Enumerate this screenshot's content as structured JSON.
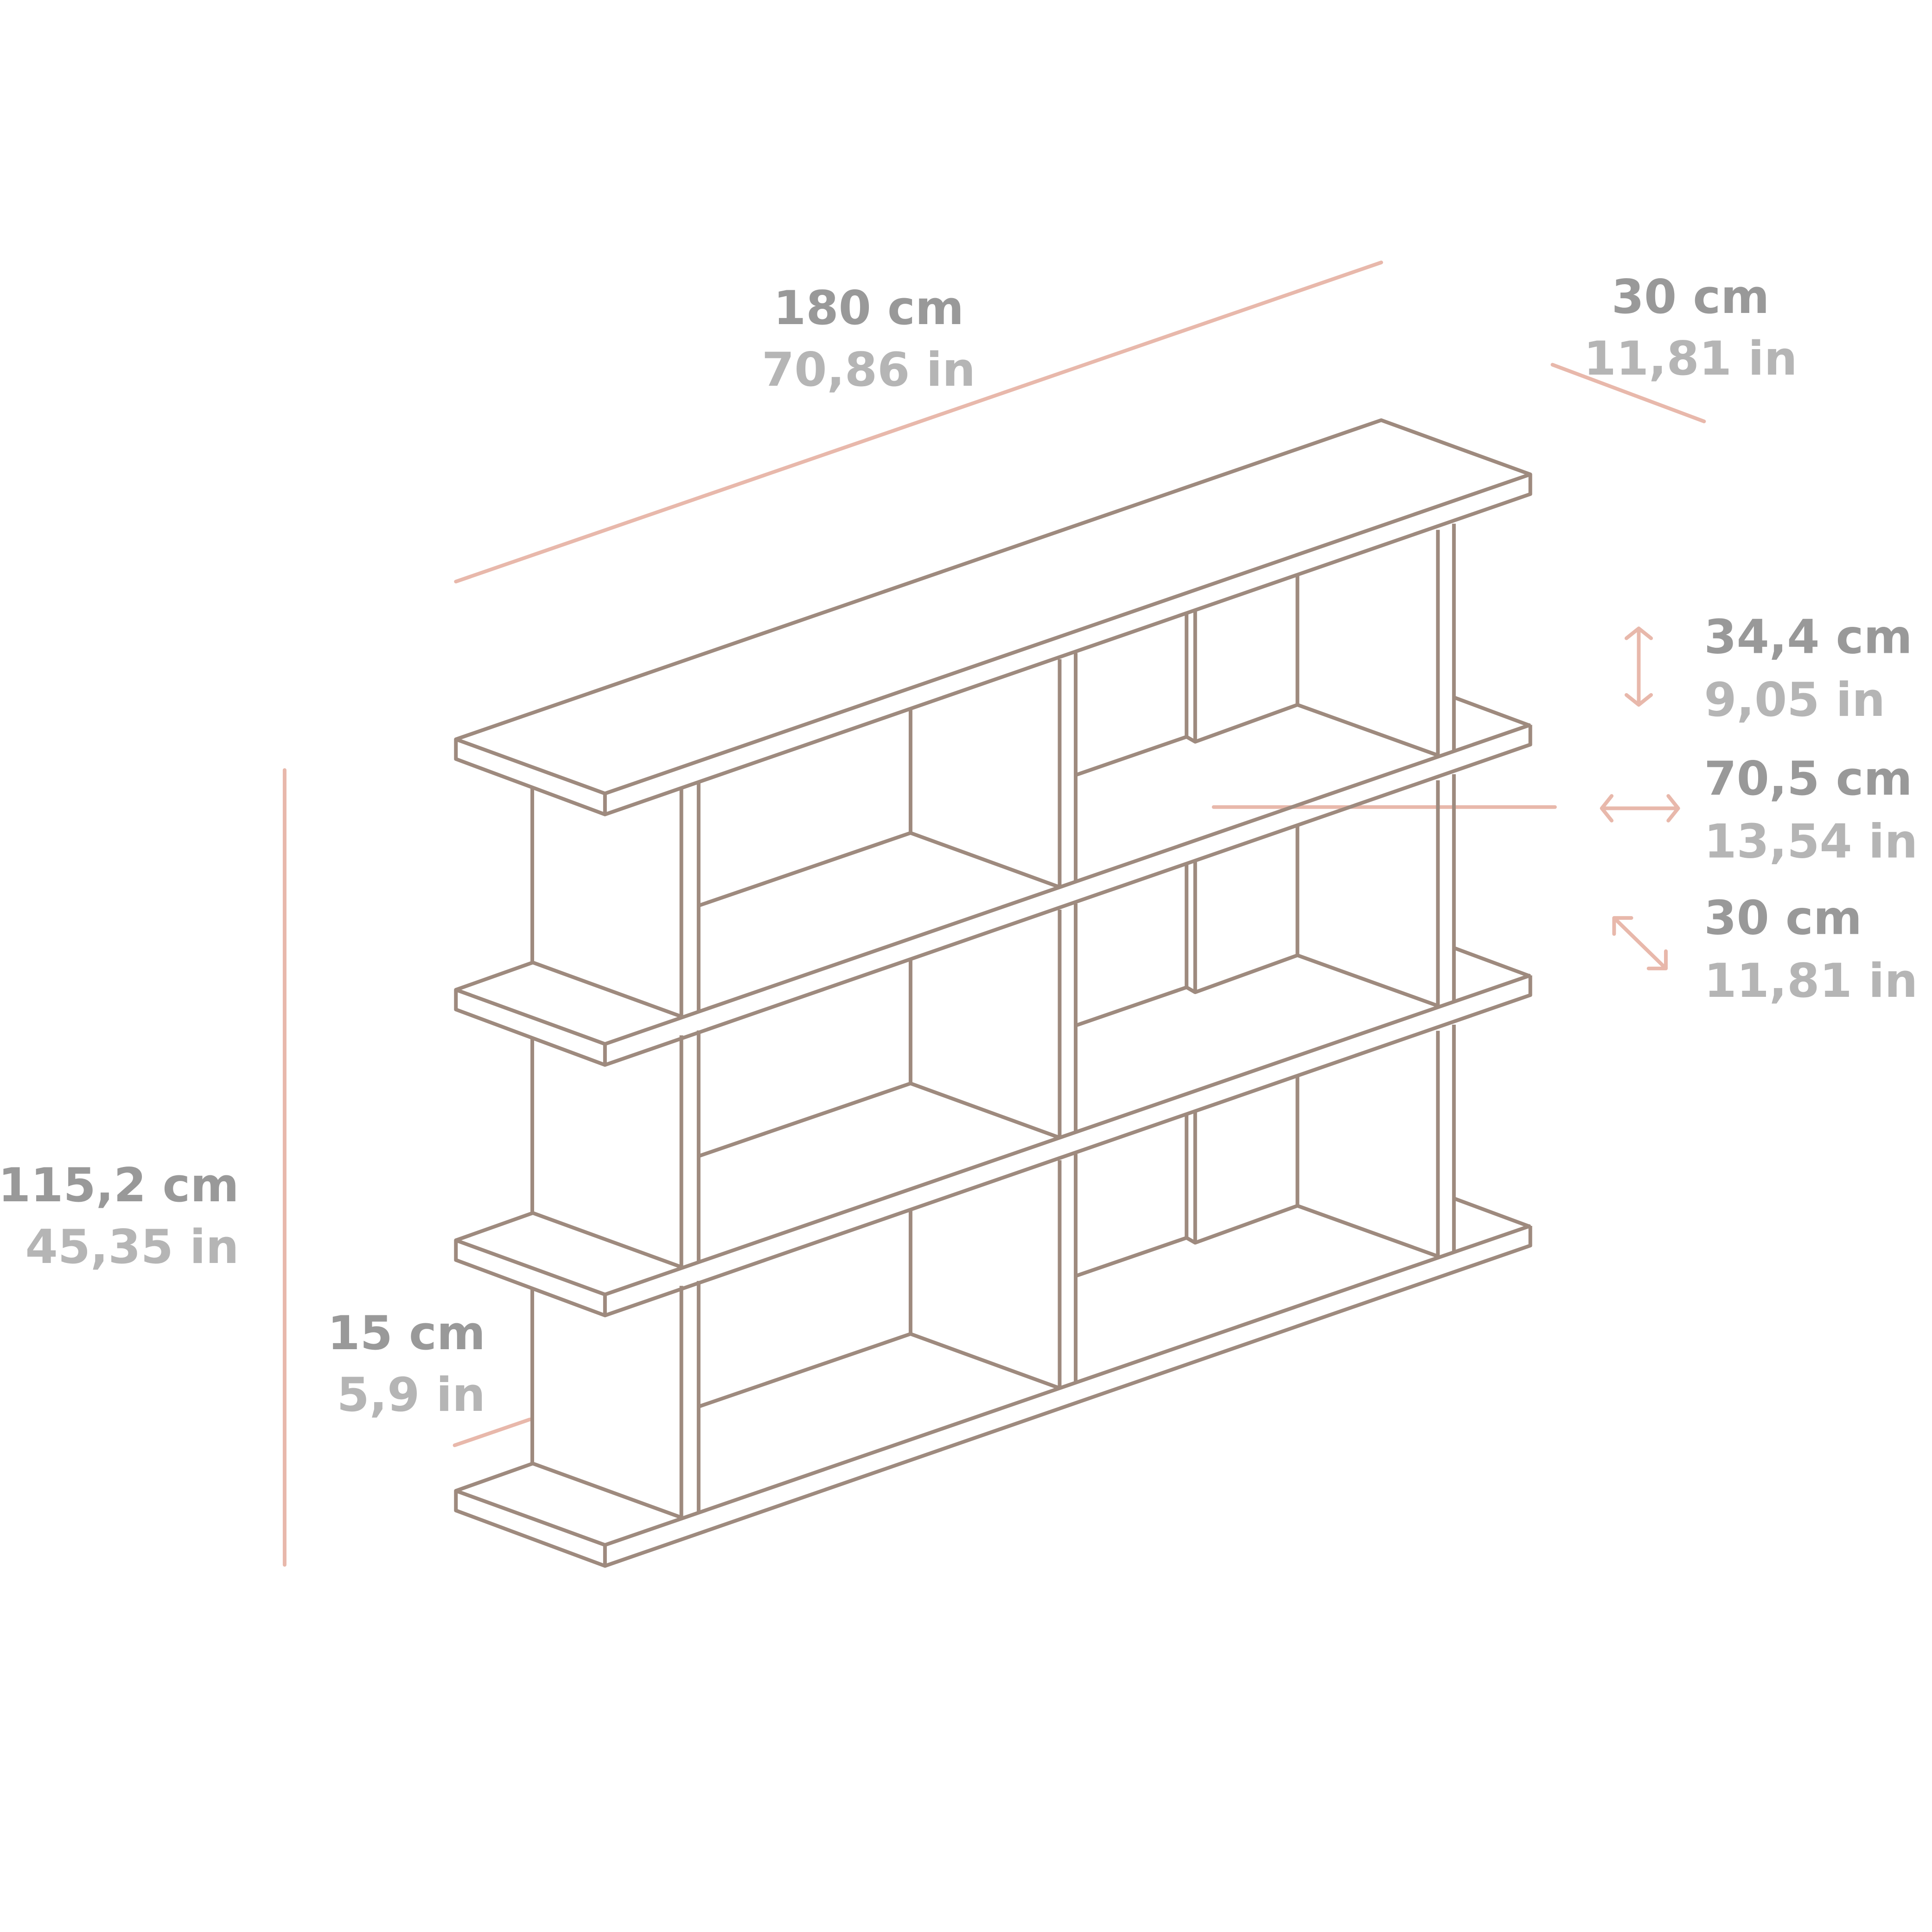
{
  "colors": {
    "metric": "#999999",
    "imperial": "#b5b5b5",
    "dimension_line": "#e8b8ab",
    "shelf_line": "#9e8a7e"
  },
  "dimensions": {
    "width": {
      "cm": "180 cm",
      "in": "70,86 in"
    },
    "depth": {
      "cm": "30 cm",
      "in": "11,81 in"
    },
    "height": {
      "cm": "115,2 cm",
      "in": "45,35 in"
    },
    "leg": {
      "cm": "15 cm",
      "in": "5,9 in"
    },
    "compartment_height": {
      "cm": "34,4 cm",
      "in": "9,05 in",
      "icon": "vertical-double-arrow-icon"
    },
    "compartment_width": {
      "cm": "70,5 cm",
      "in": "13,54 in",
      "icon": "horizontal-double-arrow-icon"
    },
    "compartment_depth": {
      "cm": "30 cm",
      "in": "11,81 in",
      "icon": "diagonal-double-arrow-icon"
    }
  }
}
